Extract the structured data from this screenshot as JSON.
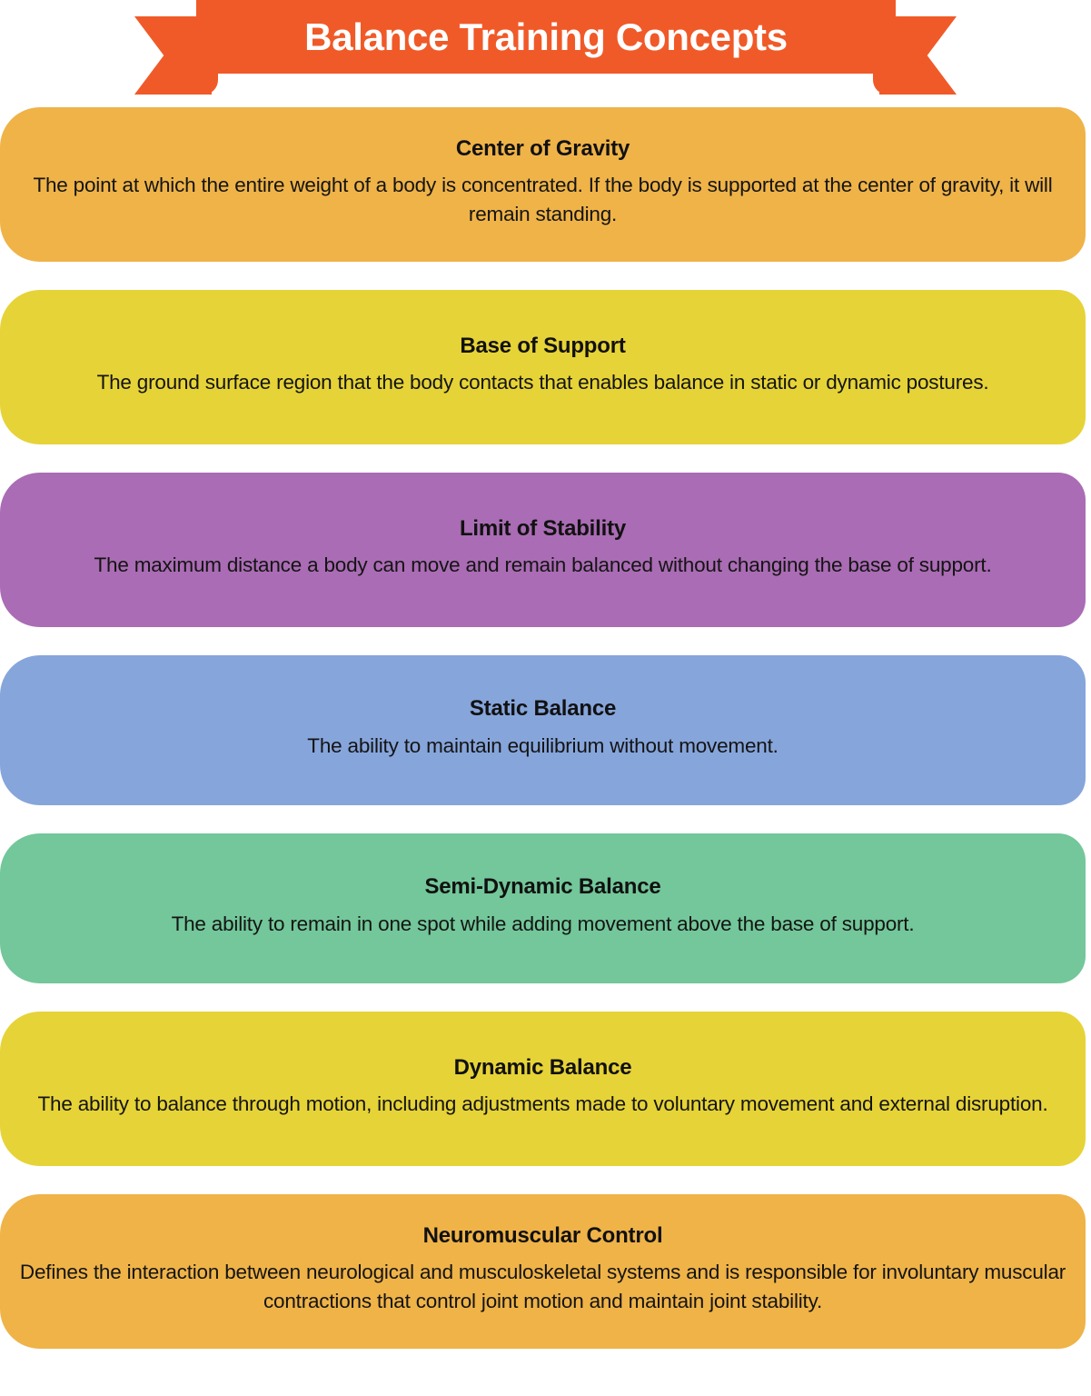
{
  "banner": {
    "title": "Balance Training Concepts",
    "ribbon_color": "#F05A28",
    "text_color": "#FFFFFF"
  },
  "concepts": [
    {
      "title": "Center of Gravity",
      "description": "The point at which the entire weight of a body is concentrated. If the body is supported at the center of gravity, it will remain standing.",
      "color": "#EFB348",
      "lines": 2
    },
    {
      "title": "Base of Support",
      "description": "The ground surface region that the body contacts that enables balance in static or dynamic postures.",
      "color": "#E6D337",
      "lines": 2
    },
    {
      "title": "Limit of Stability",
      "description": "The maximum distance a body can move and remain balanced without changing the base of support.",
      "color": "#AA6CB4",
      "lines": 2
    },
    {
      "title": "Static Balance",
      "description": "The ability to maintain equilibrium without movement.",
      "color": "#86A5DB",
      "lines": 1
    },
    {
      "title": "Semi-Dynamic Balance",
      "description": "The ability to remain in one spot while adding movement above the base of support.",
      "color": "#73C79A",
      "lines": 1
    },
    {
      "title": "Dynamic Balance",
      "description": "The ability to balance through motion, including adjustments made to voluntary movement and external disruption.",
      "color": "#E6D337",
      "lines": 2
    },
    {
      "title": "Neuromuscular Control",
      "description": "Defines the interaction between neurological and musculoskeletal systems and is responsible for involuntary muscular contractions that control joint motion and maintain joint stability.",
      "color": "#EFB348",
      "lines": 2
    }
  ]
}
